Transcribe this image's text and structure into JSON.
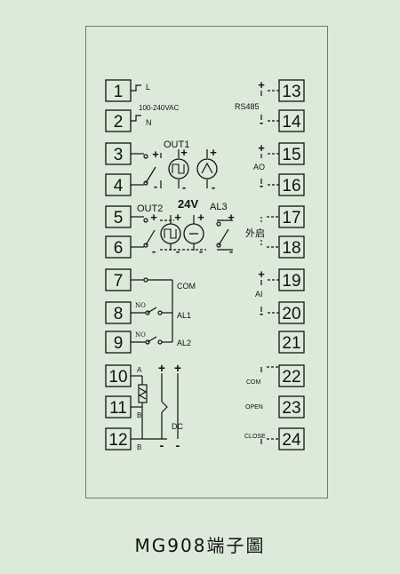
{
  "title": "MG908端子圖",
  "left_terminals": [
    "1",
    "2",
    "3",
    "4",
    "5",
    "6",
    "7",
    "8",
    "9",
    "10",
    "11",
    "12"
  ],
  "right_terminals": [
    "13",
    "14",
    "15",
    "16",
    "17",
    "18",
    "19",
    "20",
    "21",
    "22",
    "23",
    "24"
  ],
  "labels": {
    "l": "L",
    "n": "N",
    "supply": "100-240VAC",
    "out1": "OUT1",
    "out2": "OUT2",
    "v24": "24V",
    "al3": "AL3",
    "com_left": "COM",
    "no1": "NO",
    "no2": "NO",
    "al1": "AL1",
    "al2": "AL2",
    "a": "A",
    "b1": "B",
    "b2": "B",
    "dc": "DC",
    "rs485": "RS485",
    "ao": "AO",
    "ext": "外启",
    "ai": "AI",
    "com_right": "COM",
    "open": "OPEN",
    "close": "CLOSE"
  },
  "signs": {
    "plus": "+",
    "minus": "-"
  }
}
